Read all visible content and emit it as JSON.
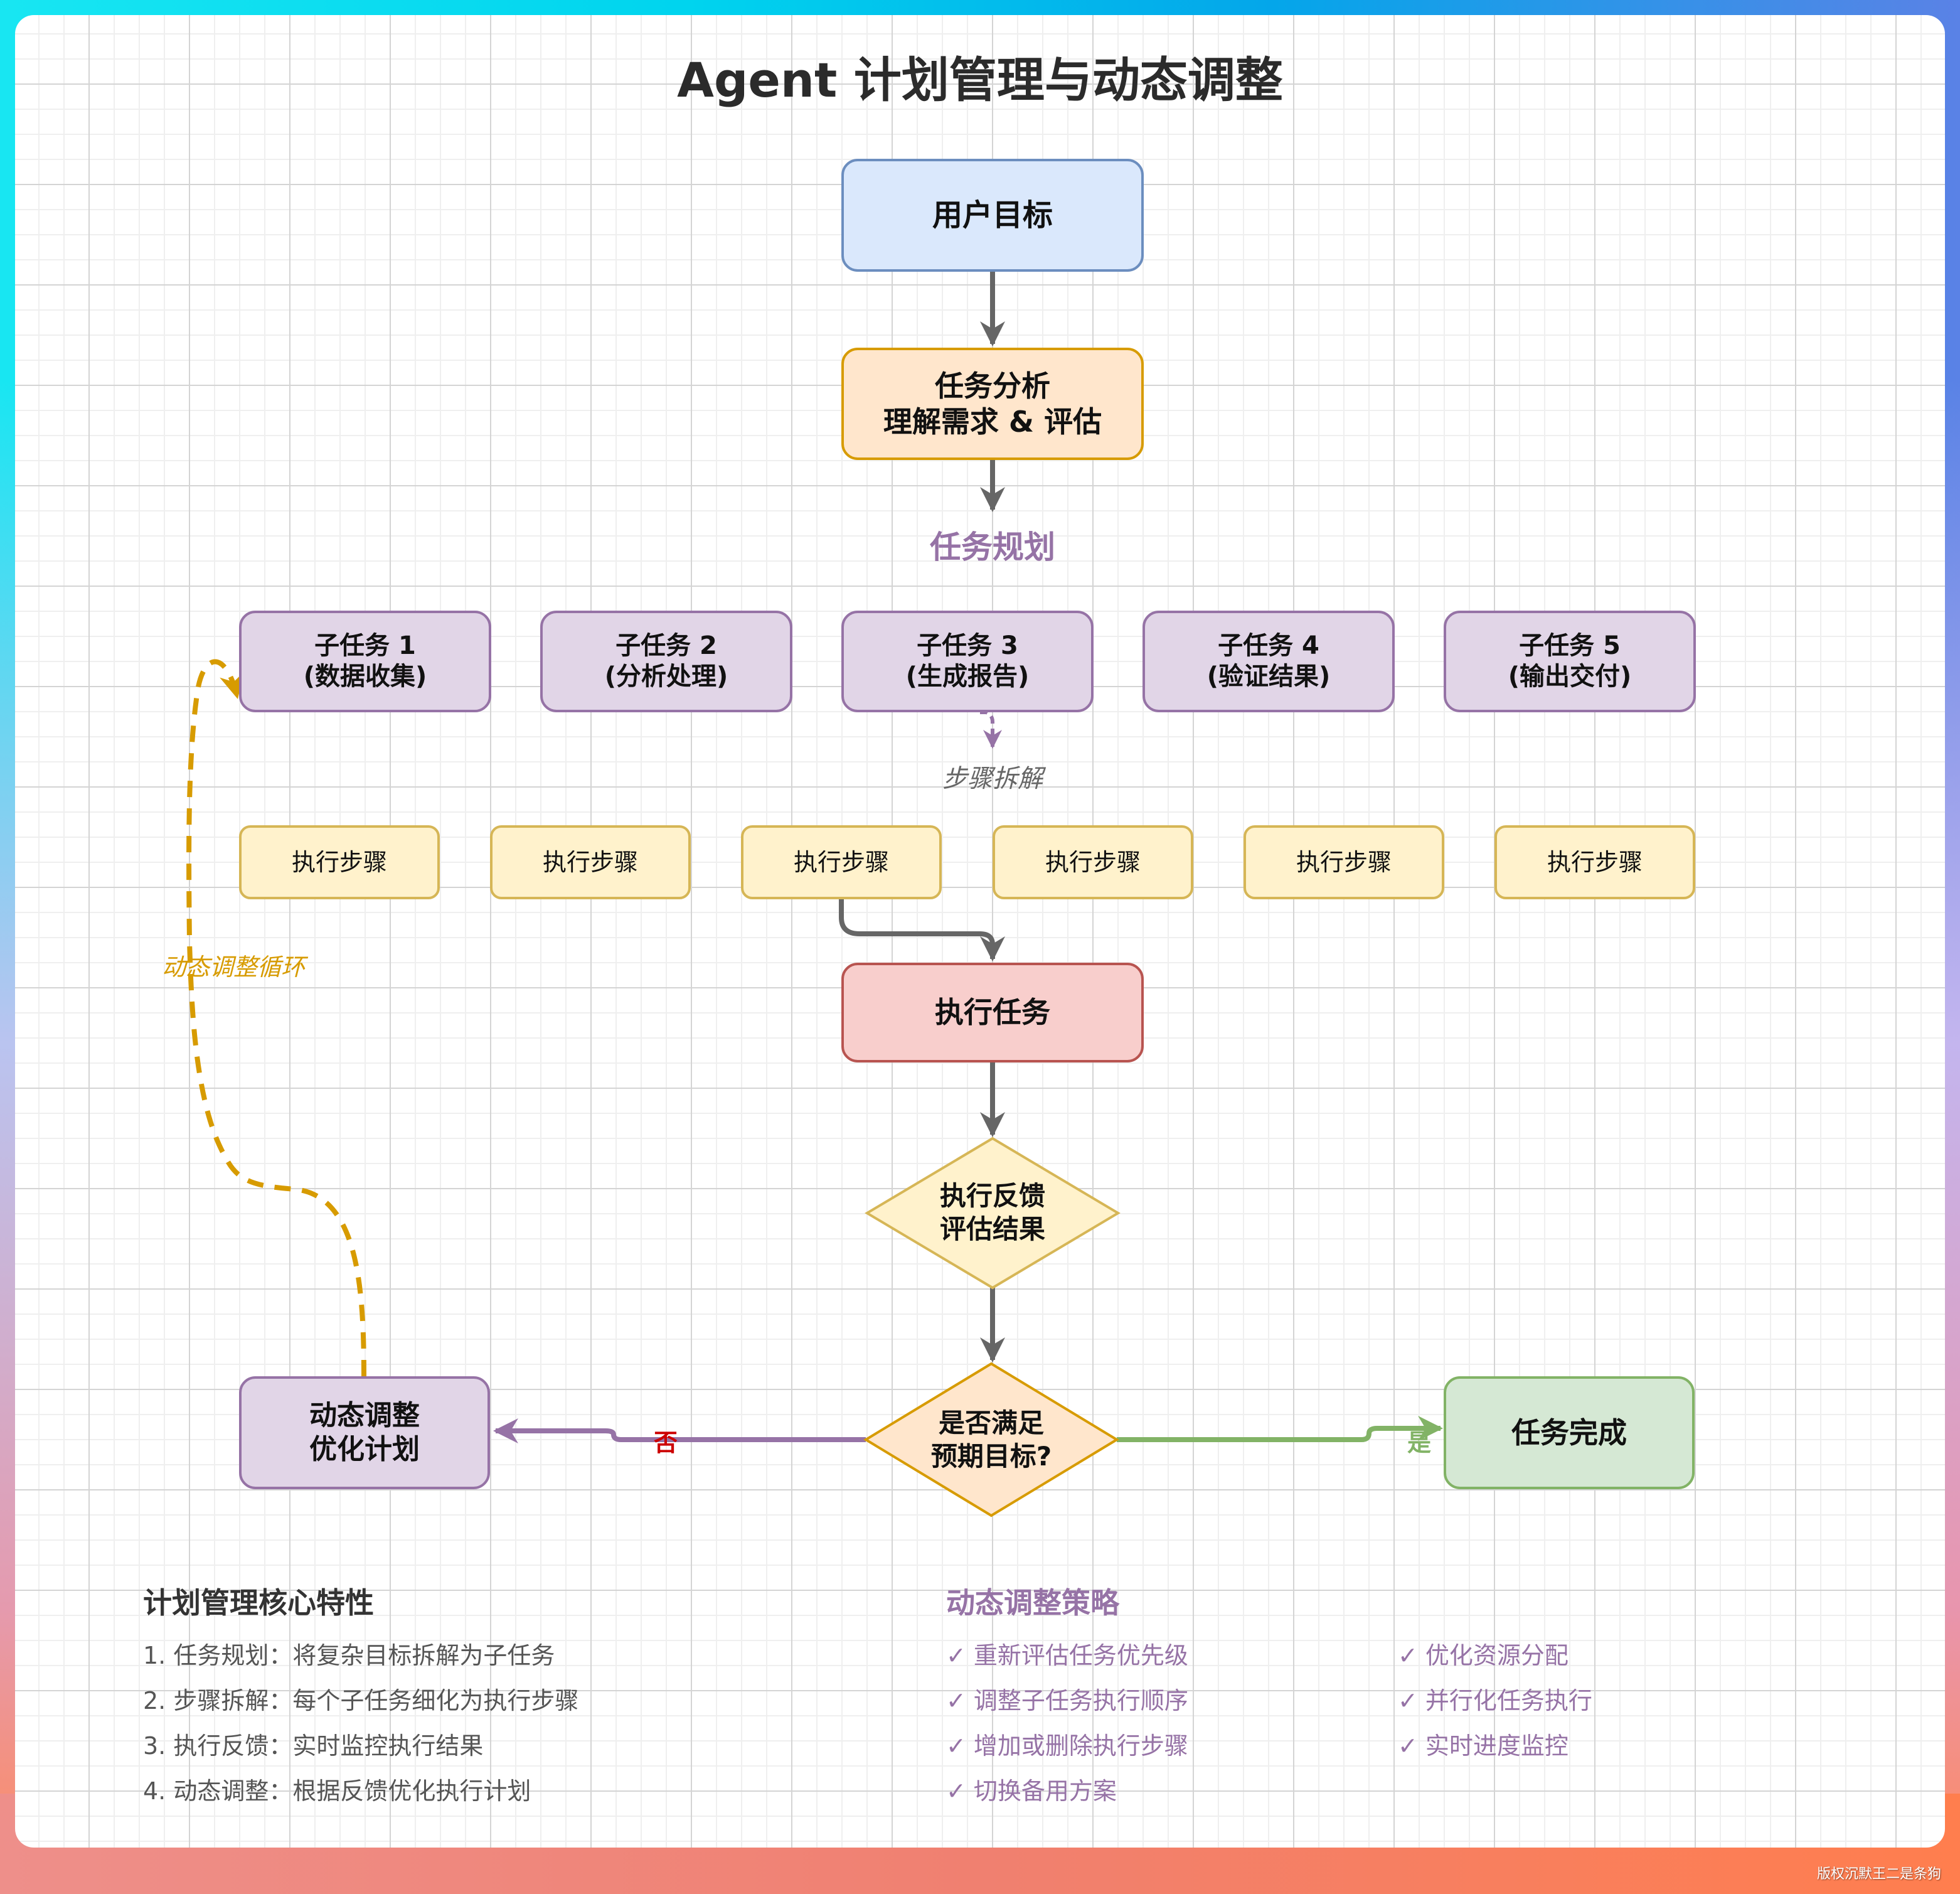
{
  "title": "Agent 计划管理与动态调整",
  "nodes": {
    "user_goal": "用户目标",
    "task_analysis": "任务分析\n理解需求 & 评估",
    "task_planning_label": "任务规划",
    "subtasks": [
      "子任务 1\n(数据收集)",
      "子任务 2\n(分析处理)",
      "子任务 3\n(生成报告)",
      "子任务 4\n(验证结果)",
      "子任务 5\n(输出交付)"
    ],
    "step_decomposition_label": "步骤拆解",
    "steps": [
      "执行步骤",
      "执行步骤",
      "执行步骤",
      "执行步骤",
      "执行步骤",
      "执行步骤"
    ],
    "execute_task": "执行任务",
    "feedback": "执行反馈\n评估结果",
    "decision": "是否满足\n预期目标?",
    "adjust": "动态调整\n优化计划",
    "done": "任务完成",
    "loop_label": "动态调整循环",
    "no_label": "否",
    "yes_label": "是"
  },
  "features": {
    "title": "计划管理核心特性",
    "items": [
      "1. 任务规划：将复杂目标拆解为子任务",
      "2. 步骤拆解：每个子任务细化为执行步骤",
      "3. 执行反馈：实时监控执行结果",
      "4. 动态调整：根据反馈优化执行计划"
    ]
  },
  "strategies": {
    "title": "动态调整策略",
    "col1": [
      "✓ 重新评估任务优先级",
      "✓ 调整子任务执行顺序",
      "✓ 增加或删除执行步骤",
      "✓ 切换备用方案"
    ],
    "col2": [
      "✓ 优化资源分配",
      "✓ 并行化任务执行",
      "✓ 实时进度监控"
    ]
  },
  "colors": {
    "goal_fill": "#dae8fc",
    "goal_stroke": "#6c8ebf",
    "analysis_fill": "#ffe6cc",
    "analysis_stroke": "#d79b00",
    "subtask_fill": "#e1d5e7",
    "subtask_stroke": "#9673a6",
    "step_fill": "#fff2cc",
    "step_stroke": "#d6b656",
    "exec_fill": "#f8cecc",
    "exec_stroke": "#b85450",
    "done_fill": "#d5e8d4",
    "done_stroke": "#82b366",
    "arrow": "#666666",
    "loop": "#d79b00",
    "no": "#cc0000"
  },
  "watermark": "版权沉默王二是条狗"
}
